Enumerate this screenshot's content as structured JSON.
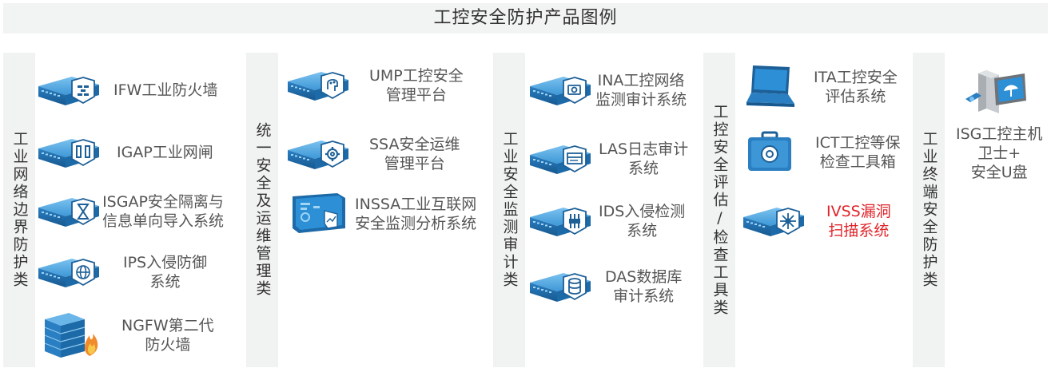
{
  "title": "工控安全防护产品图例",
  "categories": [
    {
      "label": "工业网络边界防护类"
    },
    {
      "label": "统一安全及运维管理类"
    },
    {
      "label": "工业安全监测审计类"
    },
    {
      "label": "工控安全评估/检查工具类"
    },
    {
      "label": "工业终端安全防护类"
    }
  ],
  "products": {
    "ifw": [
      "IFW工业防火墙"
    ],
    "igap": [
      "IGAP工业网闸"
    ],
    "isgap": [
      "ISGAP安全隔离与",
      "信息单向导入系统"
    ],
    "ips": [
      "IPS入侵防御",
      "系统"
    ],
    "ngfw": [
      "NGFW第二代",
      "防火墙"
    ],
    "ump": [
      "UMP工控安全",
      "管理平台"
    ],
    "ssa": [
      "SSA安全运维",
      "管理平台"
    ],
    "inssa": [
      "INSSA工业互联网",
      "安全监测分析系统"
    ],
    "ina": [
      "INA工控网络",
      "监测审计系统"
    ],
    "las": [
      "LAS日志审计",
      "系统"
    ],
    "ids": [
      "IDS入侵检测",
      "系统"
    ],
    "das": [
      "DAS数据库",
      "审计系统"
    ],
    "ita": [
      "ITA工控安全",
      "评估系统"
    ],
    "ict": [
      "ICT工控等保",
      "检查工具箱"
    ],
    "ivss": [
      "IVSS漏洞",
      "扫描系统"
    ],
    "isg": [
      "ISG工控主机",
      "卫士+",
      "安全U盘"
    ]
  },
  "colors": {
    "accent": "#1f6fb5",
    "device": "#2b86c8",
    "highlight": "#e0242a",
    "panel": "#f1f2f2"
  }
}
